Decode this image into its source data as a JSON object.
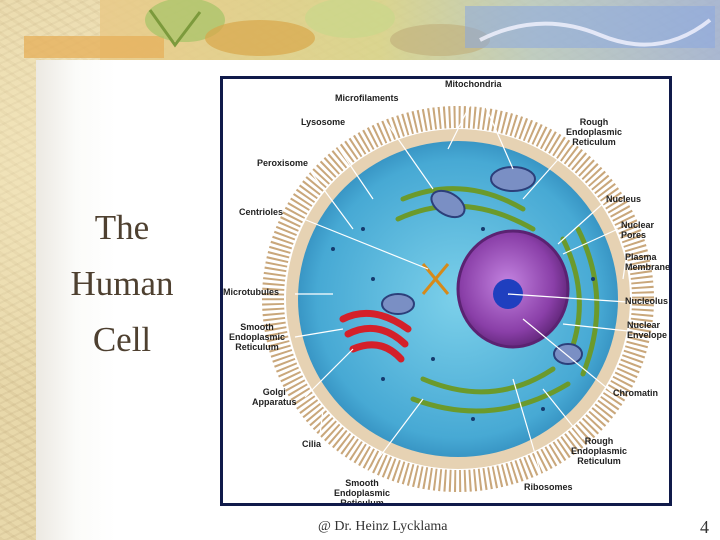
{
  "slide": {
    "title_lines": [
      "The",
      "Human",
      "Cell"
    ],
    "footer": "@ Dr. Heinz Lycklama",
    "page_number": "4"
  },
  "figure": {
    "labels": {
      "mitochondria": "Mitochondria",
      "microfilaments": "Microfilaments",
      "lysosome": "Lysosome",
      "rough_er_top": "Rough\nEndoplasmic\nReticulum",
      "peroxisome": "Peroxisome",
      "nucleus": "Nucleus",
      "centrioles": "Centrioles",
      "nuclear_pores": "Nuclear\nPores",
      "plasma_membrane": "Plasma\nMembrane",
      "microtubules": "Microtubules",
      "nucleolus": "Nucleolus",
      "smooth_er_left": "Smooth\nEndoplasmic\nReticulum",
      "nuclear_envelope": "Nuclear\nEnvelope",
      "golgi": "Golgi\nApparatus",
      "chromatin": "Chromatin",
      "cilia": "Cilia",
      "rough_er_bottom": "Rough\nEndoplasmic\nReticulum",
      "smooth_er_bottom": "Smooth\nEndoplasmic\nReticulum",
      "ribosomes": "Ribosomes"
    }
  },
  "colors": {
    "title_text": "#4e4030",
    "figure_border": "#101a4a",
    "cytoplasm": "#4fb6dd",
    "nucleus": "#8a3fa8"
  }
}
